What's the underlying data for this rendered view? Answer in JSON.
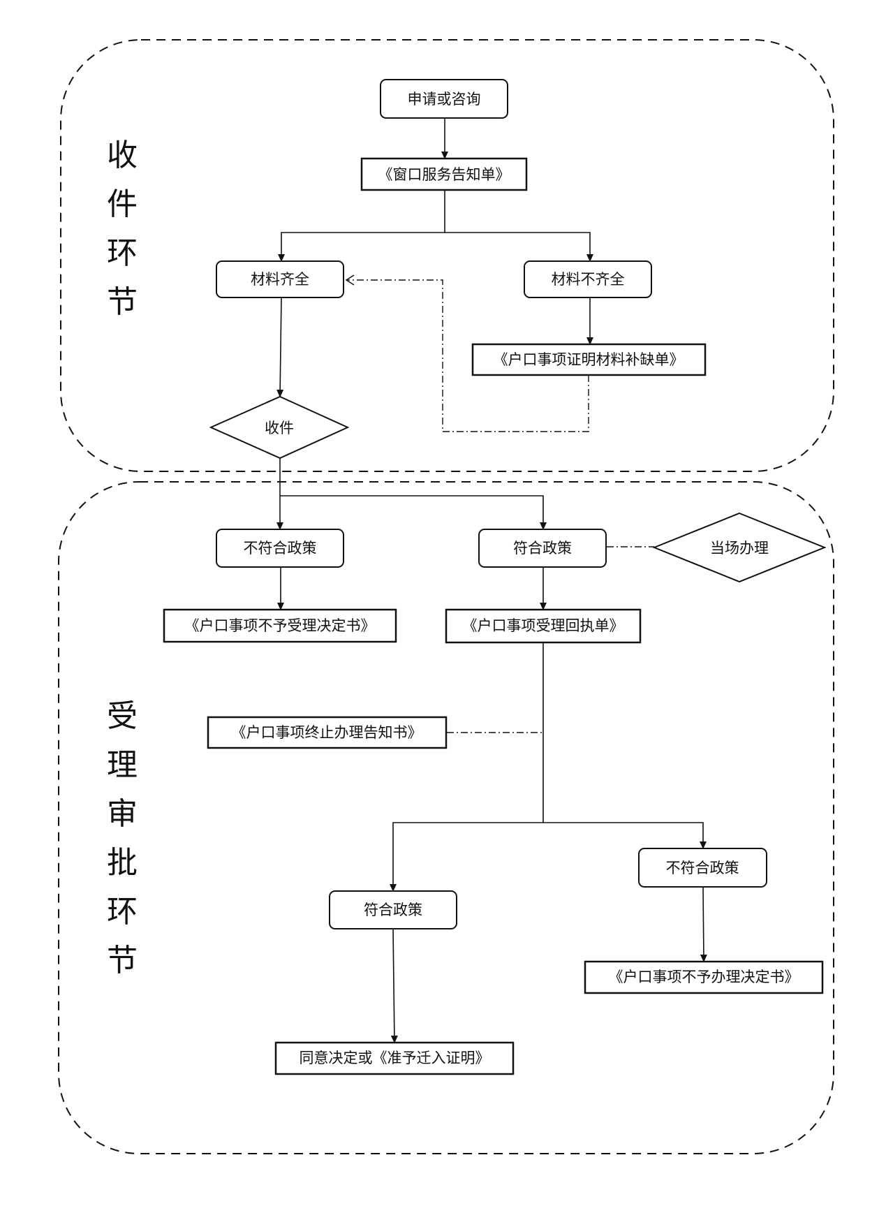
{
  "stages": {
    "collection": "收件环节",
    "review": "受理审批环节"
  },
  "nodes": {
    "apply": "申请或咨询",
    "window_notice": "《窗口服务告知单》",
    "materials_complete": "材料齐全",
    "materials_incomplete": "材料不齐全",
    "supplement_form": "《户口事项证明材料补缺单》",
    "receive": "收件",
    "noncompliant_1": "不符合政策",
    "compliant_1": "符合政策",
    "onsite": "当场办理",
    "not_accept_decision": "《户口事项不予受理决定书》",
    "accept_receipt": "《户口事项受理回执单》",
    "termination_notice": "《户口事项终止办理告知书》",
    "compliant_2": "符合政策",
    "noncompliant_2": "不符合政策",
    "not_handle_decision": "《户口事项不予办理决定书》",
    "approval": "同意决定或《准予迁入证明》"
  }
}
